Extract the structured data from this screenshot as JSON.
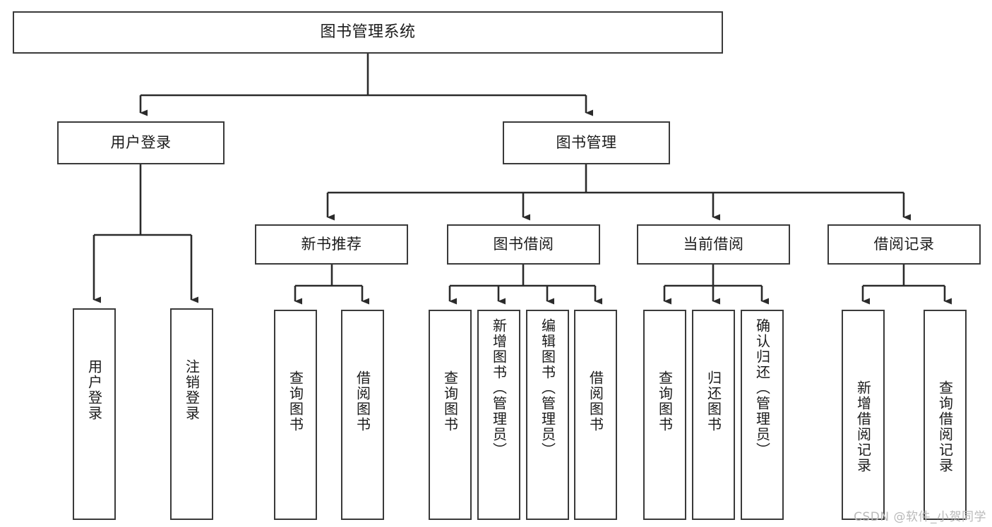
{
  "diagram": {
    "title": "图书管理系统",
    "type": "tree-hierarchy-chart",
    "watermark": "CSDN @软件_小贺同学",
    "colors": {
      "box_border": "#3a3a3a",
      "box_fill": "#ffffff",
      "connector": "#2b2b2b",
      "text": "#1b1b1b",
      "watermark": "#b9b9b9",
      "background": "#ffffff"
    }
  },
  "nodes": {
    "root": {
      "label": "图书管理系统"
    },
    "level2": [
      {
        "id": "user-login",
        "label": "用户登录"
      },
      {
        "id": "book-manage",
        "label": "图书管理"
      }
    ],
    "level3": [
      {
        "id": "new-book-recommend",
        "label": "新书推荐"
      },
      {
        "id": "book-borrow",
        "label": "图书借阅"
      },
      {
        "id": "current-borrow",
        "label": "当前借阅"
      },
      {
        "id": "borrow-record",
        "label": "借阅记录"
      }
    ],
    "leaves": {
      "user-login": [
        {
          "id": "leaf-user-login",
          "label": "用户登录"
        },
        {
          "id": "leaf-user-logout",
          "label": "注销登录"
        }
      ],
      "new-book-recommend": [
        {
          "id": "leaf-query-book-1",
          "label": "查询图书"
        },
        {
          "id": "leaf-borrow-book-1",
          "label": "借阅图书"
        }
      ],
      "book-borrow": [
        {
          "id": "leaf-query-book-2",
          "label": "查询图书"
        },
        {
          "id": "leaf-add-book-admin",
          "label": "新增图书（管理员）"
        },
        {
          "id": "leaf-edit-book-admin",
          "label": "编辑图书（管理员）"
        },
        {
          "id": "leaf-borrow-book-2",
          "label": "借阅图书"
        }
      ],
      "current-borrow": [
        {
          "id": "leaf-query-book-3",
          "label": "查询图书"
        },
        {
          "id": "leaf-return-book",
          "label": "归还图书"
        },
        {
          "id": "leaf-confirm-return-admin",
          "label": "确认归还（管理员）"
        }
      ],
      "borrow-record": [
        {
          "id": "leaf-add-borrow-record",
          "label": "新增借阅记录"
        },
        {
          "id": "leaf-query-borrow-record",
          "label": "查询借阅记录"
        }
      ]
    }
  }
}
